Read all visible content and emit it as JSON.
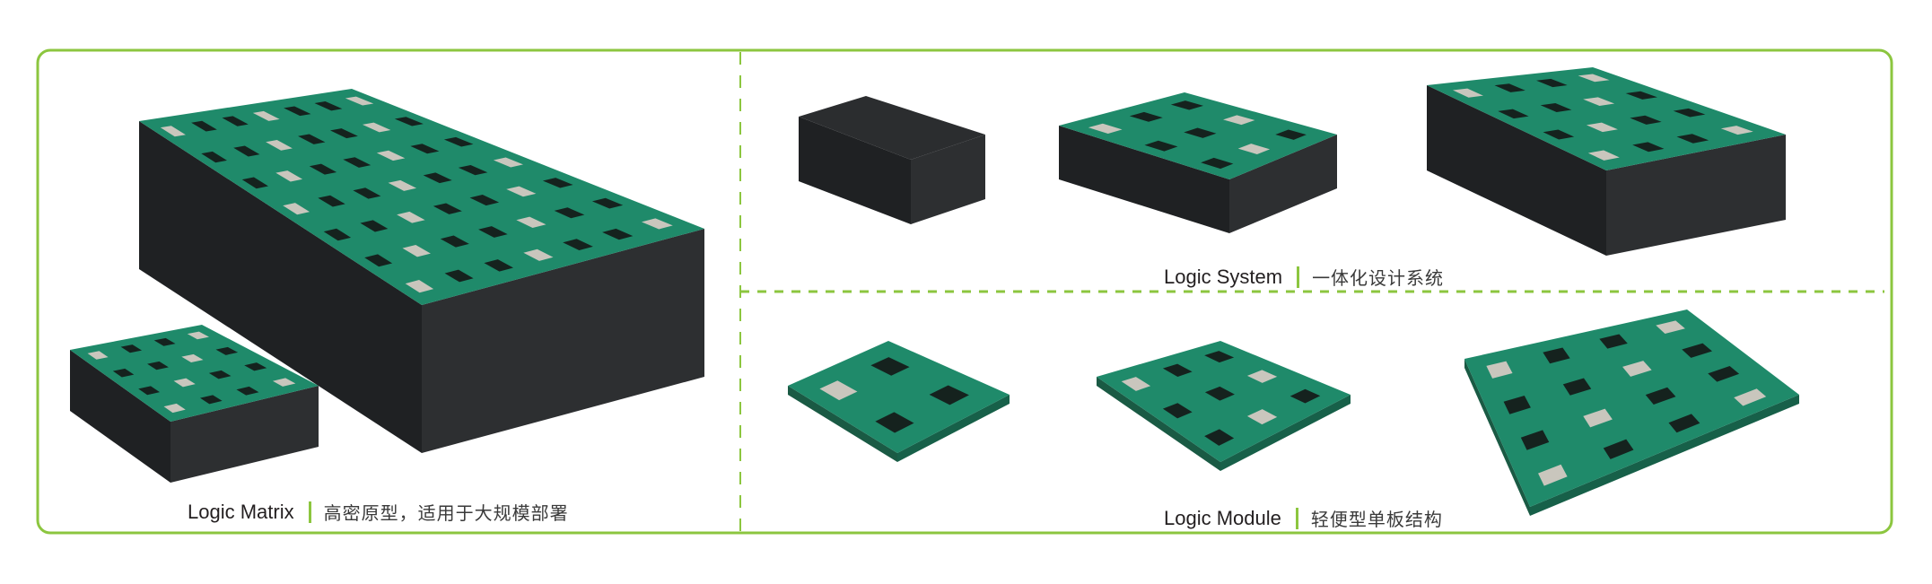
{
  "colors": {
    "frame": "#8cc63f",
    "pcb": "#1f8a6a",
    "chassis": "#2d2f31",
    "text": "#231f20"
  },
  "sections": {
    "matrix": {
      "title": "Logic Matrix",
      "subtitle": "高密原型，适用于大规模部署"
    },
    "system": {
      "title": "Logic System",
      "subtitle": "一体化设计系统"
    },
    "module": {
      "title": "Logic Module",
      "subtitle": "轻便型单板结构"
    }
  }
}
